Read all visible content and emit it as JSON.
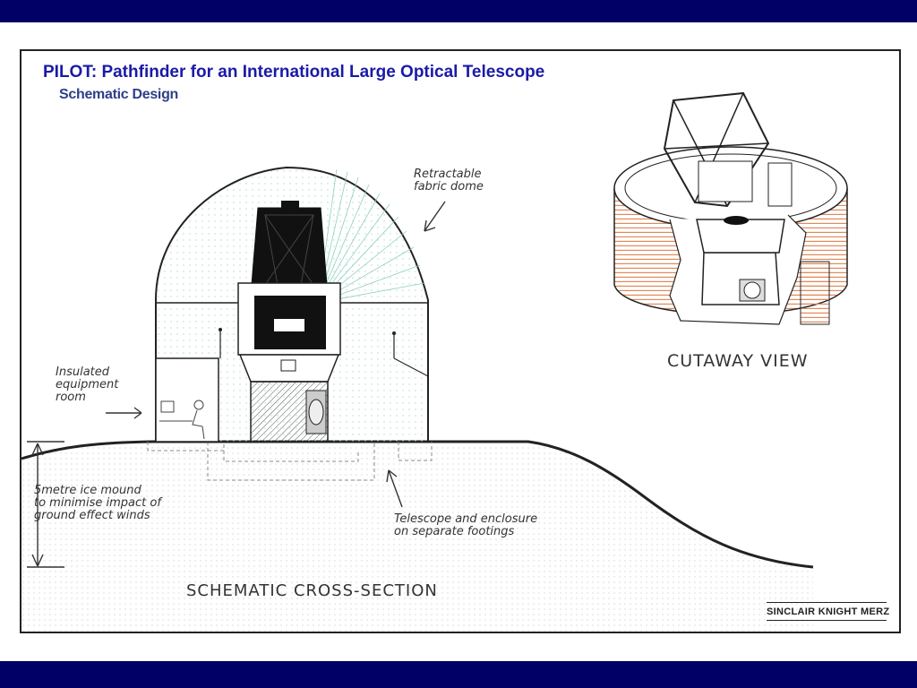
{
  "slide": {
    "title": "PILOT:  Pathfinder for an International Large Optical Telescope",
    "subtitle": "Schematic Design",
    "colors": {
      "band": "#000066",
      "title": "#1a1aa8",
      "dome_hatch": "#9fd6c8",
      "wall_brick": "#e08a5a"
    }
  },
  "labels": {
    "dome": "Retractable\nfabric dome",
    "room": "Insulated\nequipment\nroom",
    "mound": "5metre ice mound\nto minimise impact of\nground effect winds",
    "footings": "Telescope and enclosure\non separate footings",
    "cutaway": "CUTAWAY VIEW",
    "cross_section": "SCHEMATIC CROSS-SECTION"
  },
  "logo": {
    "text": "SINCLAIR KNIGHT MERZ"
  }
}
